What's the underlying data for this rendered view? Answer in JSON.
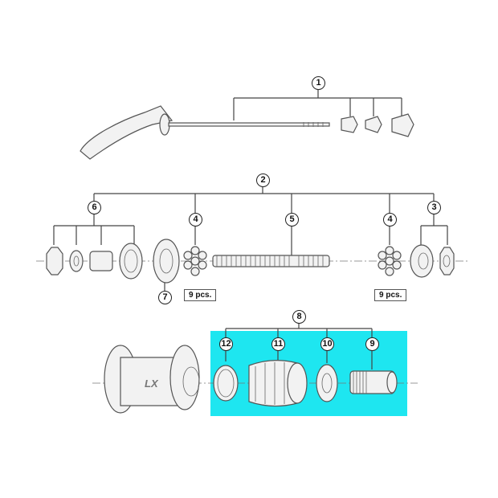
{
  "highlight_color": "#1ee6f0",
  "callouts": {
    "p1": "1",
    "p2": "2",
    "p3": "3",
    "p4a": "4",
    "p4b": "4",
    "p5": "5",
    "p6": "6",
    "p7": "7",
    "p8": "8",
    "p9": "9",
    "p10": "10",
    "p11": "11",
    "p12": "12"
  },
  "quantities": {
    "left_balls": "9 pcs.",
    "right_balls": "9 pcs."
  },
  "hub_logo": "LX"
}
